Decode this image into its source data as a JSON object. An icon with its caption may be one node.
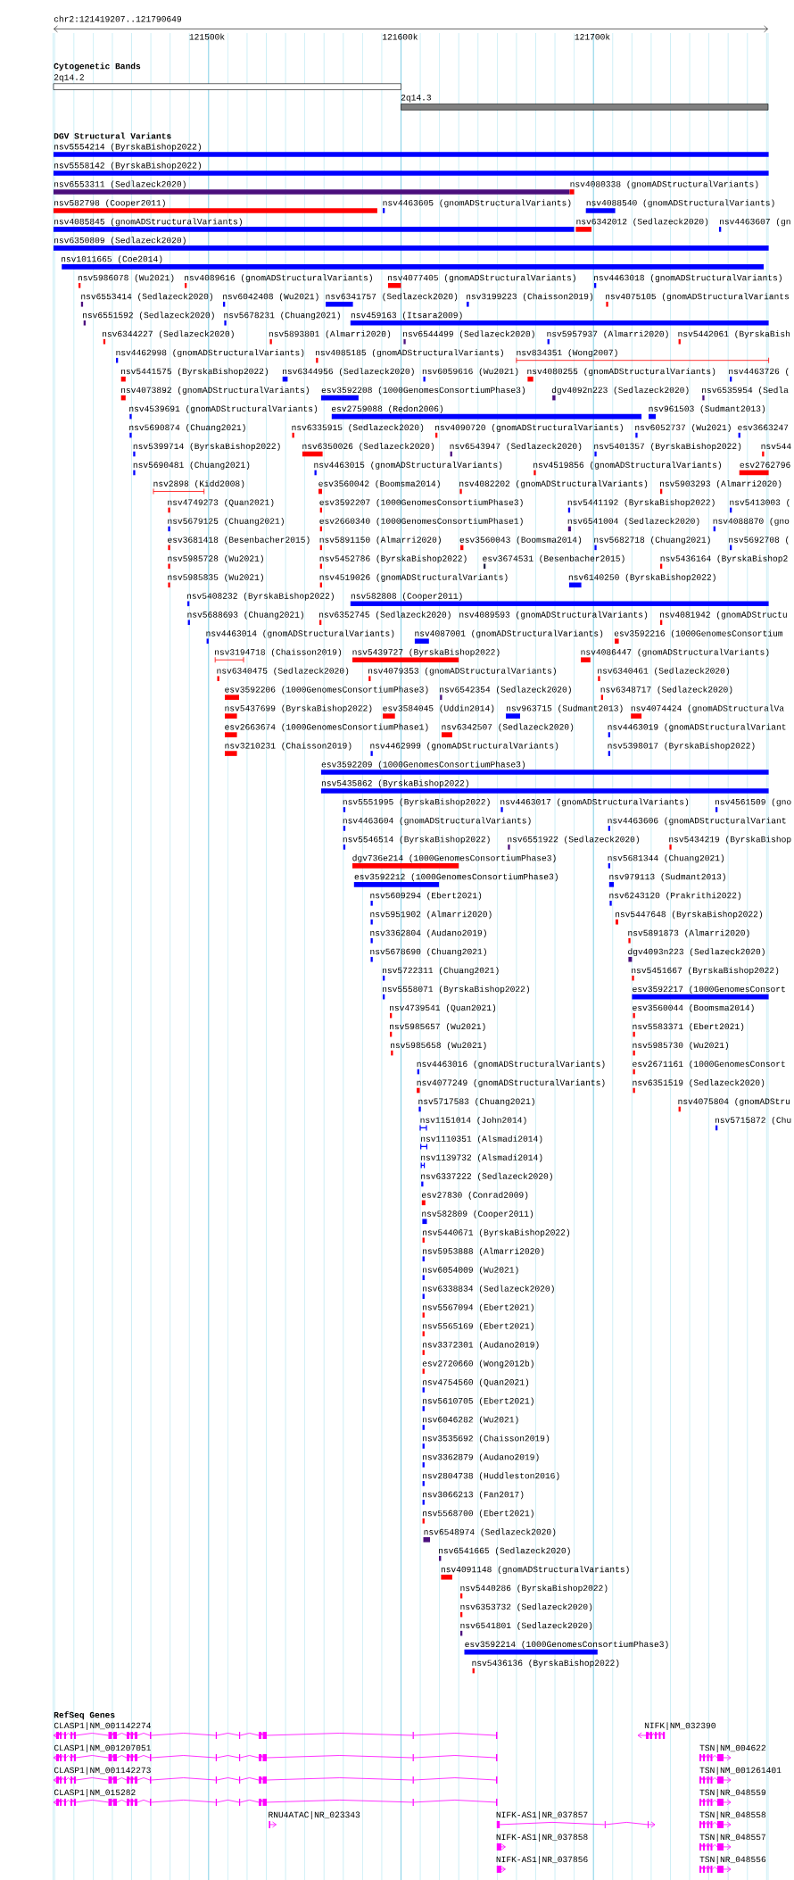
{
  "diagram": {
    "labels": [
      "chr2:121419207..121790649",
      "121500k",
      "121600k",
      "121700k",
      "Cytogenetic Bands",
      "2q14.2",
      "2q14.3",
      "DGV Structural Variants",
      "nsv5554214 (ByrskaBishop2022)",
      "nsv5558142 (ByrskaBishop2022)",
      "nsv6553311 (Sedlazeck2020)",
      "nsv4080338 (gnomADStructuralVariants)",
      "nsv582798 (Cooper2011)",
      "nsv4463605 (gnomADStructuralVariants)",
      "nsv4088540 (gnomADStructuralVariants)",
      "nsv4085845 (gnomADStructuralVariants)",
      "nsv6342012 (Sedlazeck2020)",
      "nsv4463607 (gn",
      "nsv6350809 (Sedlazeck2020)",
      "nsv1011665 (Coe2014)",
      "nsv5986078 (Wu2021)",
      "nsv4089616 (gnomADStructuralVariants)",
      "nsv4077405 (gnomADStructuralVariants)",
      "nsv4463018 (gnomADStructuralVariants)",
      "nsv6553414 (Sedlazeck2020)",
      "nsv6042408 (Wu2021)",
      "nsv6341757 (Sedlazeck2020)",
      "nsv3199223 (Chaisson2019)",
      "nsv4075105 (gnomADStructuralVariants",
      "nsv6551592 (Sedlazeck2020)",
      "nsv5678231 (Chuang2021)",
      "nsv459163 (Itsara2009)",
      "nsv6344227 (Sedlazeck2020)",
      "nsv5893801 (Almarri2020)",
      "nsv6544499 (Sedlazeck2020)",
      "nsv5957937 (Almarri2020)",
      "nsv5442061 (ByrskaBish",
      "nsv4462998 (gnomADStructuralVariants)",
      "nsv4085185 (gnomADStructuralVariants)",
      "nsv834351 (Wong2007)",
      "nsv5441575 (ByrskaBishop2022)",
      "nsv6344956 (Sedlazeck2020)",
      "nsv6059616 (Wu2021)",
      "nsv4080255 (gnomADStructuralVariants)",
      "nsv4463726 (",
      "nsv4073892 (gnomADStructuralVariants)",
      "esv3592208 (1000GenomesConsortiumPhase3)",
      "dgv4092n223 (Sedlazeck2020)",
      "nsv6535954 (Sedla",
      "nsv4539691 (gnomADStructuralVariants)",
      "esv2759088 (Redon2006)",
      "nsv961503 (Sudmant2013)",
      "nsv5690874 (Chuang2021)",
      "nsv6335915 (Sedlazeck2020)",
      "nsv4090720 (gnomADStructuralVariants)",
      "nsv6052737 (Wu2021)",
      "esv3663247",
      "nsv5399714 (ByrskaBishop2022)",
      "nsv6350026 (Sedlazeck2020)",
      "nsv6543947 (Sedlazeck2020)",
      "nsv5401357 (ByrskaBishop2022)",
      "nsv544",
      "nsv5690481 (Chuang2021)",
      "nsv4463015 (gnomADStructuralVariants)",
      "nsv4519856 (gnomADStructuralVariants)",
      "esv2762796",
      "nsv2898 (Kidd2008)",
      "esv3560042 (Boomsma2014)",
      "nsv4082202 (gnomADStructuralVariants)",
      "nsv5903293 (Almarri2020)",
      "nsv4749273 (Quan2021)",
      "esv3592207 (1000GenomesConsortiumPhase3)",
      "nsv5441192 (ByrskaBishop2022)",
      "nsv5413003 (",
      "nsv5679125 (Chuang2021)",
      "esv2660340 (1000GenomesConsortiumPhase1)",
      "nsv6541004 (Sedlazeck2020)",
      "nsv4088870 (gno",
      "esv3681418 (Besenbacher2015)",
      "nsv5891150 (Almarri2020)",
      "esv3560043 (Boomsma2014)",
      "nsv5682718 (Chuang2021)",
      "nsv5692708 (",
      "nsv5985728 (Wu2021)",
      "nsv5452786 (ByrskaBishop2022)",
      "esv3674531 (Besenbacher2015)",
      "nsv5436164 (ByrskaBishop2",
      "nsv5985835 (Wu2021)",
      "nsv4519026 (gnomADStructuralVariants)",
      "nsv6140250 (ByrskaBishop2022)",
      "nsv5408232 (ByrskaBishop2022)",
      "nsv582808 (Cooper2011)",
      "nsv5688693 (Chuang2021)",
      "nsv6352745 (Sedlazeck2020)",
      "nsv4089593 (gnomADStructuralVariants)",
      "nsv4081942 (gnomADStructu",
      "nsv4463014 (gnomADStructuralVariants)",
      "nsv4087001 (gnomADStructuralVariants)",
      "esv3592216 (1000GenomesConsortium",
      "nsv3194718 (Chaisson2019)",
      "nsv5439727 (ByrskaBishop2022)",
      "nsv4086447 (gnomADStructuralVariants)",
      "nsv6340475 (Sedlazeck2020)",
      "nsv4079353 (gnomADStructuralVariants)",
      "nsv6340461 (Sedlazeck2020)",
      "esv3592206 (1000GenomesConsortiumPhase3)",
      "nsv6542354 (Sedlazeck2020)",
      "nsv6348717 (Sedlazeck2020)",
      "nsv5437699 (ByrskaBishop2022)",
      "esv3584045 (Uddin2014)",
      "nsv963715 (Sudmant2013)",
      "nsv4074424 (gnomADStructuralVa",
      "esv2663674 (1000GenomesConsortiumPhase1)",
      "nsv6342507 (Sedlazeck2020)",
      "nsv4463019 (gnomADStructuralVariant",
      "nsv3210231 (Chaisson2019)",
      "nsv4462999 (gnomADStructuralVariants)",
      "nsv5398017 (ByrskaBishop2022)",
      "esv3592209 (1000GenomesConsortiumPhase3)",
      "nsv5435862 (ByrskaBishop2022)",
      "nsv5551995 (ByrskaBishop2022)",
      "nsv4463017 (gnomADStructuralVariants)",
      "nsv4561509 (gno",
      "nsv4463604 (gnomADStructuralVariants)",
      "nsv4463606 (gnomADStructuralVariant",
      "nsv5546514 (ByrskaBishop2022)",
      "nsv6551922 (Sedlazeck2020)",
      "nsv5434219 (ByrskaBishop",
      "dgv736e214 (1000GenomesConsortiumPhase3)",
      "nsv5681344 (Chuang2021)",
      "esv3592212 (1000GenomesConsortiumPhase3)",
      "nsv979113 (Sudmant2013)",
      "nsv5609294 (Ebert2021)",
      "nsv6243120 (Prakrithi2022)",
      "nsv5951902 (Almarri2020)",
      "nsv5447648 (ByrskaBishop2022)",
      "nsv3362804 (Audano2019)",
      "nsv5891873 (Almarri2020)",
      "nsv5678690 (Chuang2021)",
      "dgv4093n223 (Sedlazeck2020)",
      "nsv5722311 (Chuang2021)",
      "nsv5451667 (ByrskaBishop2022)",
      "nsv5558071 (ByrskaBishop2022)",
      "esv3592217 (1000GenomesConsort",
      "nsv4739541 (Quan2021)",
      "esv3560044 (Boomsma2014)",
      "nsv5985657 (Wu2021)",
      "nsv5583371 (Ebert2021)",
      "nsv5985658 (Wu2021)",
      "nsv5985730 (Wu2021)",
      "nsv4463016 (gnomADStructuralVariants)",
      "esv2671161 (1000GenomesConsort",
      "nsv4077249 (gnomADStructuralVariants)",
      "nsv6351519 (Sedlazeck2020)",
      "nsv5717583 (Chuang2021)",
      "nsv4075804 (gnomADStru",
      "nsv1151014 (John2014)",
      "nsv5715872 (Chu",
      "nsv1110351 (Alsmadi2014)",
      "nsv1139732 (Alsmadi2014)",
      "nsv6337222 (Sedlazeck2020)",
      "esv27830 (Conrad2009)",
      "nsv582809 (Cooper2011)",
      "nsv5440671 (ByrskaBishop2022)",
      "nsv5953888 (Almarri2020)",
      "nsv6054009 (Wu2021)",
      "nsv6338834 (Sedlazeck2020)",
      "nsv5567094 (Ebert2021)",
      "nsv5565169 (Ebert2021)",
      "nsv3372301 (Audano2019)",
      "esv2720660 (Wong2012b)",
      "nsv4754560 (Quan2021)",
      "nsv5610705 (Ebert2021)",
      "nsv6046282 (Wu2021)",
      "nsv3535692 (Chaisson2019)",
      "nsv3362879 (Audano2019)",
      "nsv2804738 (Huddleston2016)",
      "nsv3066213 (Fan2017)",
      "nsv5568700 (Ebert2021)",
      "nsv6548974 (Sedlazeck2020)",
      "nsv6541665 (Sedlazeck2020)",
      "nsv4091148 (gnomADStructuralVariants)",
      "nsv5440286 (ByrskaBishop2022)",
      "nsv6353732 (Sedlazeck2020)",
      "nsv6541801 (Sedlazeck2020)",
      "esv3592214 (1000GenomesConsortiumPhase3)",
      "nsv5436136 (ByrskaBishop2022)",
      "RefSeq Genes",
      "CLASP1|NM_001142274",
      "NIFK|NM_032390",
      "CLASP1|NM_001207051",
      "TSN|NM_004622",
      "CLASP1|NM_001142273",
      "TSN|NM_001261401",
      "CLASP1|NM_015282",
      "TSN|NR_048559",
      "RNU4ATAC|NR_023343",
      "NIFK-AS1|NR_037857",
      "TSN|NR_048558",
      "NIFK-AS1|NR_037858",
      "TSN|NR_048557",
      "NIFK-AS1|NR_037856",
      "TSN|NR_048556"
    ]
  }
}
